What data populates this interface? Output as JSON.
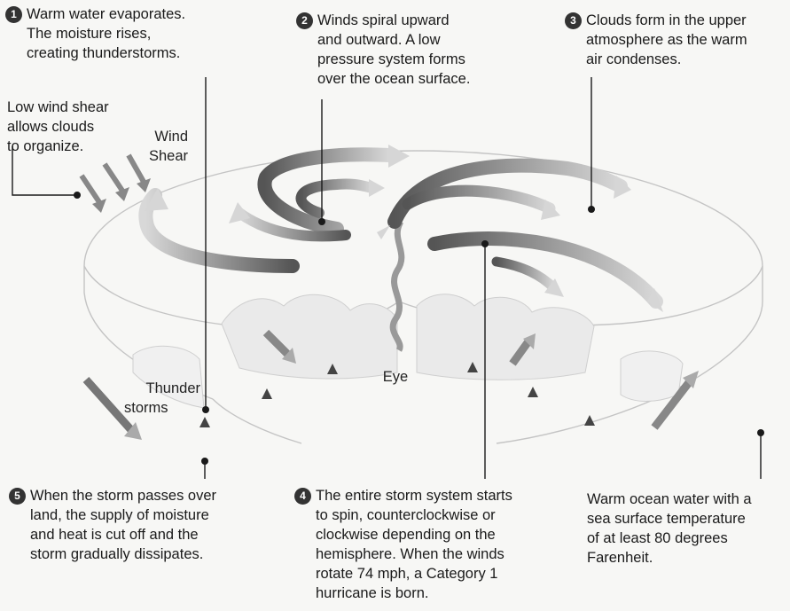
{
  "steps": [
    {
      "num": "1",
      "lines": [
        "Warm water evaporates.",
        "The moisture rises,",
        "creating thunderstorms."
      ]
    },
    {
      "num": "2",
      "lines": [
        "Winds spiral upward",
        "and outward. A low",
        "pressure system forms",
        "over the ocean surface."
      ]
    },
    {
      "num": "3",
      "lines": [
        "Clouds form in the upper",
        "atmosphere as the warm",
        "air condenses."
      ]
    },
    {
      "num": "4",
      "lines": [
        "The entire storm system starts",
        "to spin, counterclockwise or",
        "clockwise depending on the",
        "hemisphere. When the winds",
        "rotate 74 mph, a Category 1",
        "hurricane is born."
      ]
    },
    {
      "num": "5",
      "lines": [
        "When the storm passes over",
        "land, the supply of moisture",
        "and heat is cut off and the",
        "storm gradually dissipates."
      ]
    }
  ],
  "notes": {
    "wind_shear_note": [
      "Low wind shear",
      "allows clouds",
      "to organize."
    ],
    "ocean_note": [
      "Warm ocean water with a",
      "sea surface temperature",
      "of at least 80 degrees",
      "Farenheit."
    ]
  },
  "labels": {
    "wind_shear": [
      "Wind",
      "Shear"
    ],
    "thunderstorms": [
      "Thunder",
      "storms"
    ],
    "eye": "Eye"
  },
  "colors": {
    "arrow_dark": "#555555",
    "arrow_light": "#d0d0d0",
    "outline": "#bdbdbd",
    "leader": "#1a1a1a"
  }
}
